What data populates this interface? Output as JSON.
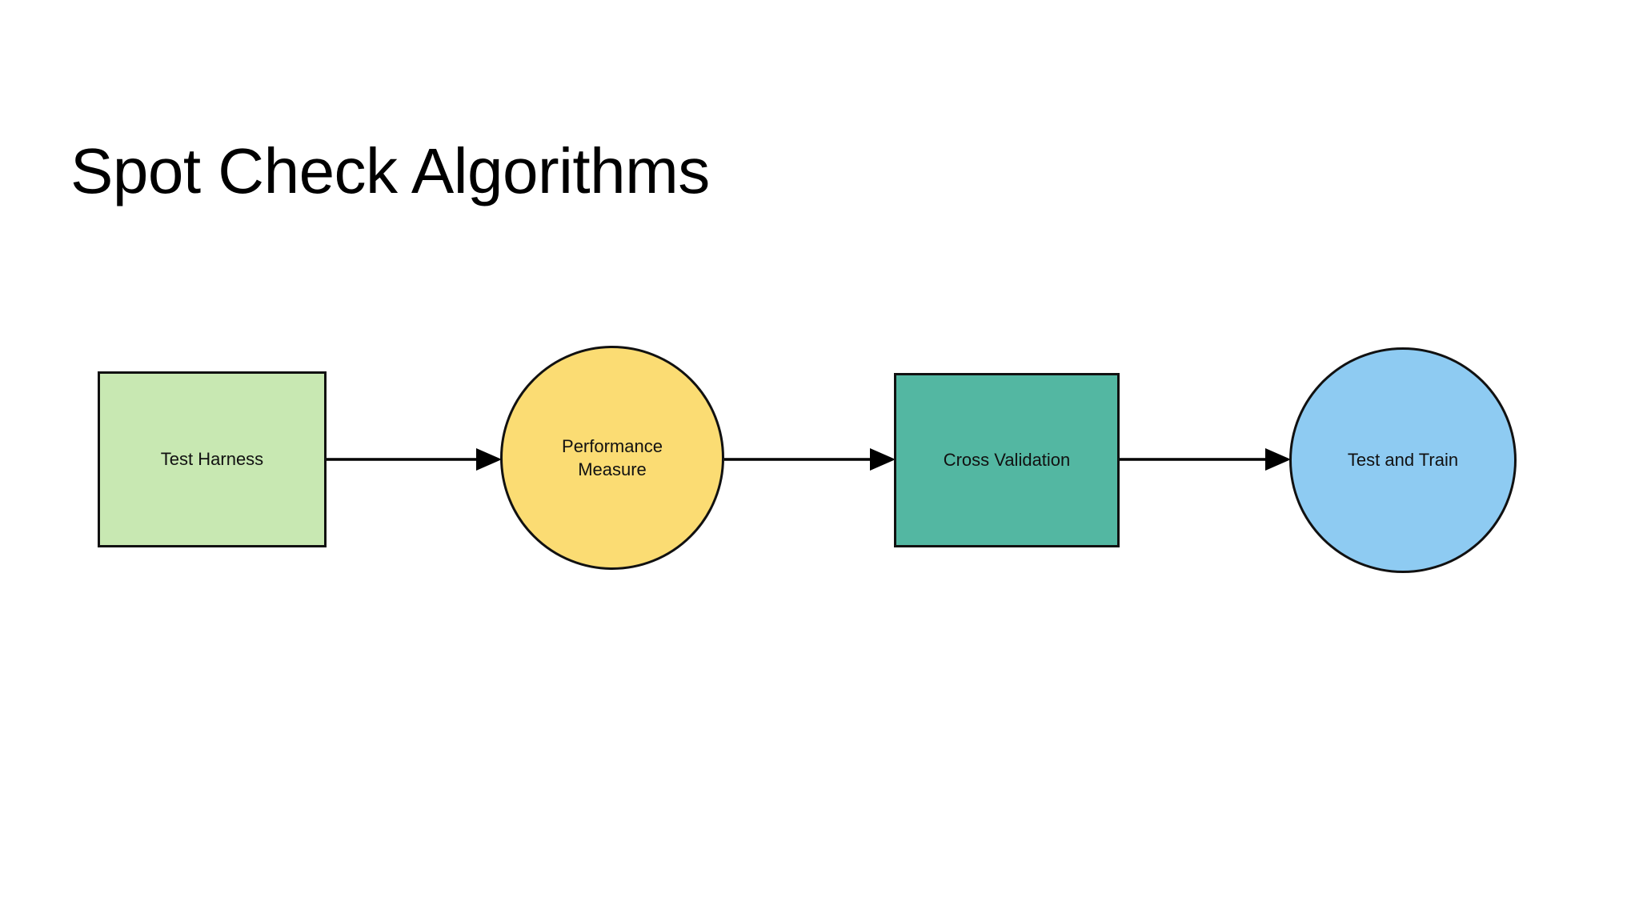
{
  "slide": {
    "title": "Spot Check Algorithms",
    "background_color": "#ffffff",
    "title_color": "#000000"
  },
  "diagram": {
    "type": "flowchart",
    "orientation": "left-to-right",
    "nodes": [
      {
        "id": "test-harness",
        "label": "Test Harness",
        "shape": "rectangle",
        "fill": "#c8e8b2",
        "border": "#111111",
        "text_color": "#111111"
      },
      {
        "id": "performance-measure",
        "label": "Performance\nMeasure",
        "shape": "circle",
        "fill": "#fbdc73",
        "border": "#111111",
        "text_color": "#111111"
      },
      {
        "id": "cross-validation",
        "label": "Cross Validation",
        "shape": "rectangle",
        "fill": "#53b7a2",
        "border": "#111111",
        "text_color": "#111111"
      },
      {
        "id": "test-and-train",
        "label": "Test and Train",
        "shape": "circle",
        "fill": "#8ecbf2",
        "border": "#111111",
        "text_color": "#111111"
      }
    ],
    "edges": [
      {
        "id": "edge-1",
        "from": "test-harness",
        "to": "performance-measure",
        "label": "",
        "arrow": "single",
        "color": "#000000"
      },
      {
        "id": "edge-2",
        "from": "performance-measure",
        "to": "cross-validation",
        "label": "",
        "arrow": "single",
        "color": "#000000"
      },
      {
        "id": "edge-3",
        "from": "cross-validation",
        "to": "test-and-train",
        "label": "",
        "arrow": "single",
        "color": "#000000"
      }
    ]
  }
}
